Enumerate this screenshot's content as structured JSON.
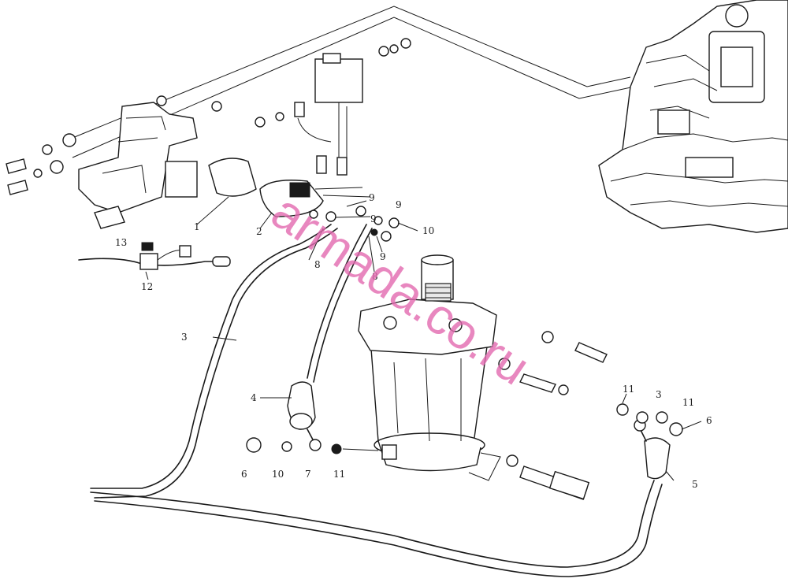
{
  "watermark": "armada.co.ru",
  "callouts": [
    {
      "id": "c1",
      "text": "1"
    },
    {
      "id": "c2",
      "text": "2"
    },
    {
      "id": "c3",
      "text": "9"
    },
    {
      "id": "c4",
      "text": "9"
    },
    {
      "id": "c5",
      "text": "10"
    },
    {
      "id": "c6",
      "text": "9"
    },
    {
      "id": "c7",
      "text": "9"
    },
    {
      "id": "c8",
      "text": "8"
    },
    {
      "id": "c9",
      "text": "8"
    },
    {
      "id": "c10",
      "text": "13"
    },
    {
      "id": "c11",
      "text": "12"
    },
    {
      "id": "c12",
      "text": "3"
    },
    {
      "id": "c13",
      "text": "4"
    },
    {
      "id": "c14",
      "text": "6"
    },
    {
      "id": "c15",
      "text": "10"
    },
    {
      "id": "c16",
      "text": "7"
    },
    {
      "id": "c17",
      "text": "11"
    },
    {
      "id": "c18",
      "text": "11"
    },
    {
      "id": "c19",
      "text": "3"
    },
    {
      "id": "c20",
      "text": "11"
    },
    {
      "id": "c21",
      "text": "6"
    },
    {
      "id": "c22",
      "text": "5"
    }
  ]
}
